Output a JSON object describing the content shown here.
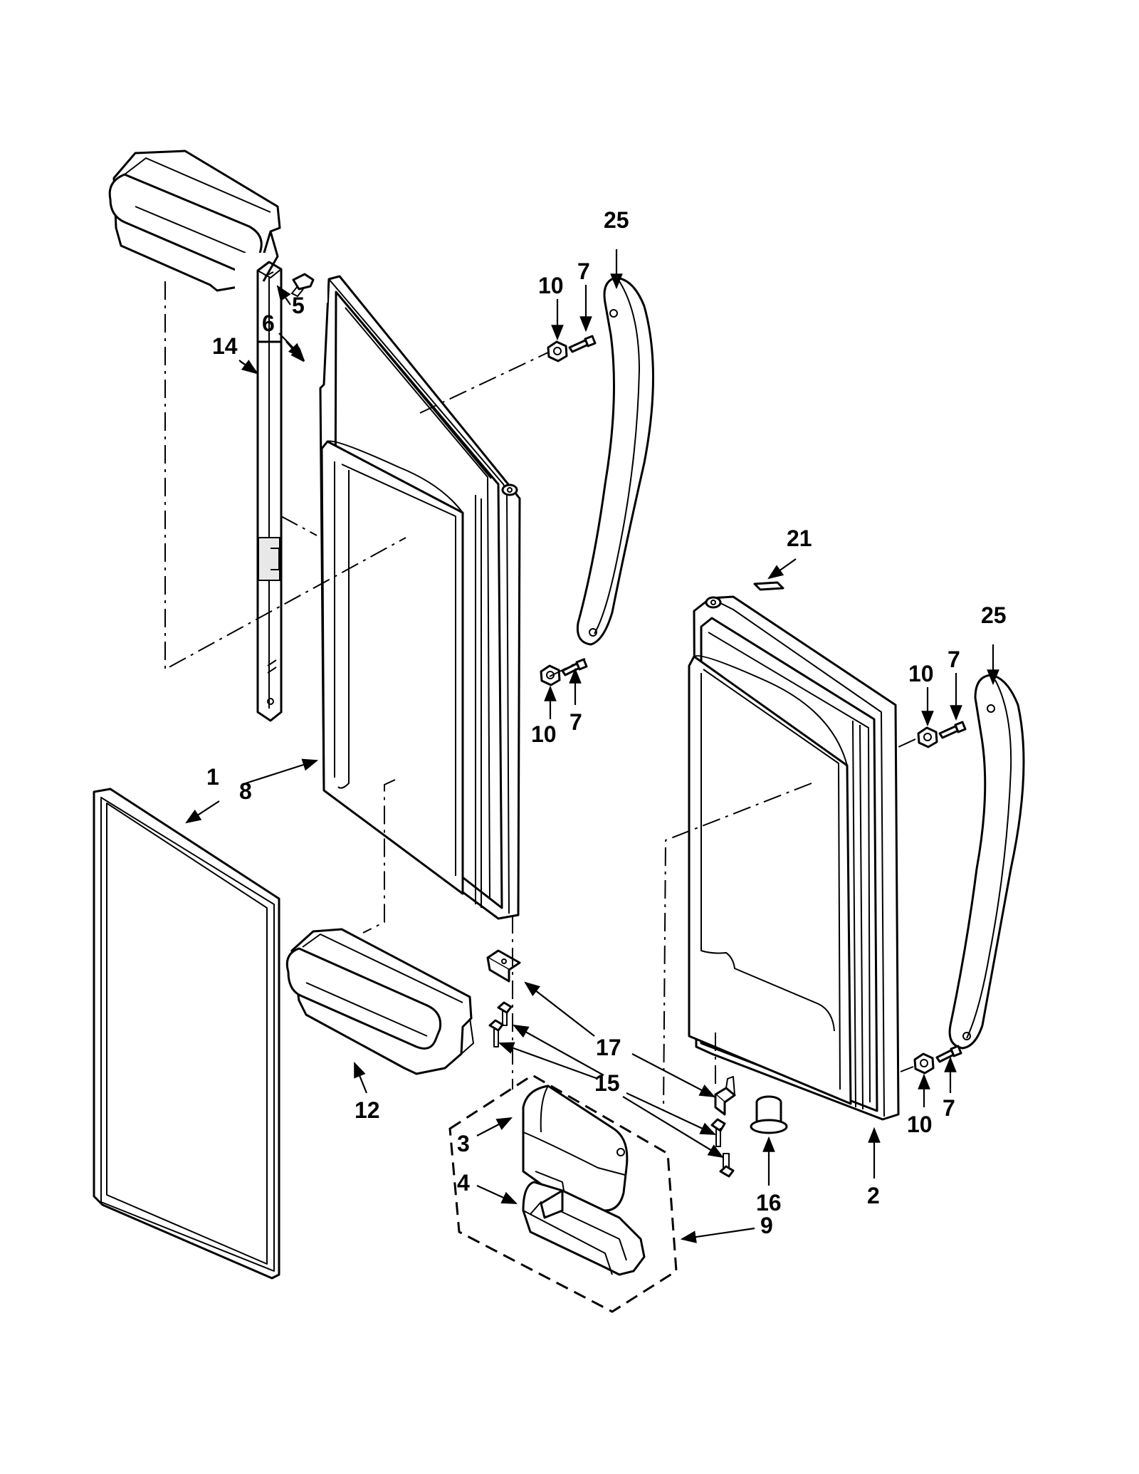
{
  "callouts": {
    "c1": "1",
    "c2": "2",
    "c3": "3",
    "c4": "4",
    "c5": "5",
    "c6": "6",
    "c7a": "7",
    "c7b": "7",
    "c7c": "7",
    "c7d": "7",
    "c8": "8",
    "c9": "9",
    "c10a": "10",
    "c10b": "10",
    "c10c": "10",
    "c10d": "10",
    "c12": "12",
    "c14": "14",
    "c15": "15",
    "c16": "16",
    "c17": "17",
    "c21": "21",
    "c25a": "25",
    "c25b": "25"
  },
  "colors": {
    "line": "#000000",
    "background": "#ffffff",
    "shade": "#e8e8e8"
  }
}
